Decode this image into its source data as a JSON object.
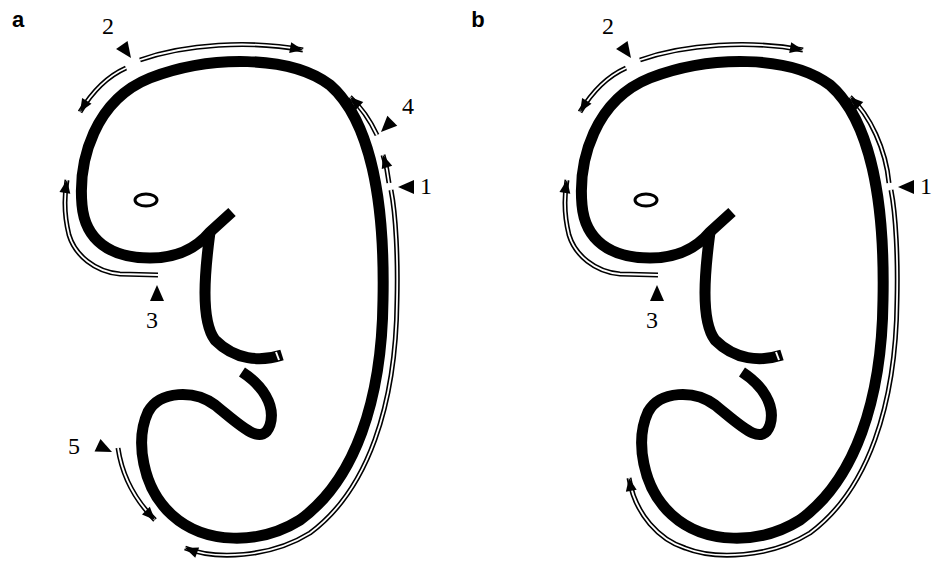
{
  "diagram": {
    "labels": [
      "a",
      "2",
      "4",
      "1",
      "3",
      "5",
      "b",
      "2",
      "1",
      "3"
    ]
  }
}
